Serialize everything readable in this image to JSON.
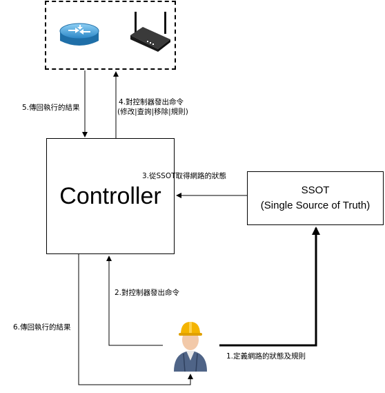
{
  "nodes": {
    "controller": {
      "title": "Controller"
    },
    "ssot": {
      "title": "SSOT",
      "subtitle": "(Single Source of Truth)"
    }
  },
  "edges": {
    "e1": "1.定義網路的狀態及規則",
    "e2": "2.對控制器發出命令",
    "e3": "3.從SSOT取得網路的狀態",
    "e4_line1": "4.對控制器發出命令",
    "e4_line2": "(修改|查詢|移除|規則)",
    "e5": "5.傳回執行的結果",
    "e6": "6.傳回執行的結果"
  },
  "icons": [
    "router-icon",
    "wireless-access-point-icon",
    "engineer-icon"
  ]
}
